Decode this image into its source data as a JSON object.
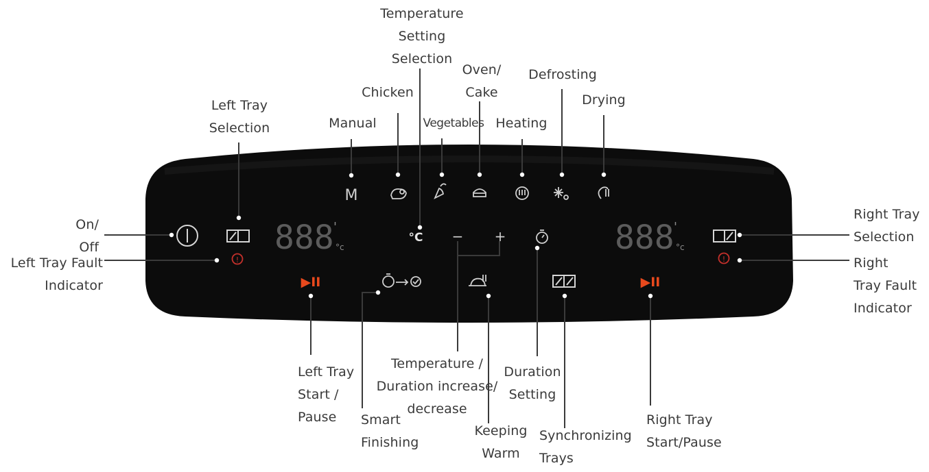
{
  "panel": {
    "digits_left": "888",
    "digits_right": "888",
    "degree_suffix": "'",
    "celsius_small": "°c",
    "celsius_main": "°C",
    "manual_glyph": "M",
    "minus_glyph": "−",
    "plus_glyph": "+",
    "play_pause_glyph": "▶II",
    "fault_glyph": "!",
    "icons": [
      "power-icon",
      "left-tray-icon",
      "right-tray-icon",
      "chicken-icon",
      "vegetables-icon",
      "oven-cake-icon",
      "heating-icon",
      "defrosting-icon",
      "drying-icon",
      "timer-icon",
      "smart-finishing-icon",
      "keep-warm-icon",
      "sync-trays-icon",
      "fault-icon",
      "play-pause-icon"
    ],
    "colors": {
      "panel": "#0c0c0c",
      "icon": "#cfcfcf",
      "accent": "#e8491d",
      "fault": "#c4302b",
      "line": "#3a3a3a"
    }
  },
  "labels": {
    "on_off": [
      "On/",
      "Off"
    ],
    "left_tray_fault": [
      "Left Tray Fault",
      "Indicator"
    ],
    "left_tray_selection": [
      "Left Tray",
      "Selection"
    ],
    "manual": [
      "Manual"
    ],
    "chicken": [
      "Chicken"
    ],
    "temperature_setting": [
      "Temperature",
      "Setting",
      "Selection"
    ],
    "vegetables": [
      "Vegetables"
    ],
    "oven_cake": [
      "Oven/",
      "Cake"
    ],
    "heating": [
      "Heating"
    ],
    "defrosting": [
      "Defrosting"
    ],
    "drying": [
      "Drying"
    ],
    "right_tray_selection": [
      "Right Tray",
      "Selection"
    ],
    "right_tray_fault": [
      "Right",
      "Tray Fault",
      "Indicator"
    ],
    "left_tray_start": [
      "Left Tray",
      "Start /",
      "Pause"
    ],
    "smart_finishing": [
      "Smart",
      "Finishing"
    ],
    "temp_duration": [
      "Temperature /",
      "Duration increase/",
      "decrease"
    ],
    "keeping_warm": [
      "Keeping",
      "Warm"
    ],
    "duration_setting": [
      "Duration",
      "Setting"
    ],
    "sync_trays": [
      "Synchronizing",
      "Trays"
    ],
    "right_tray_start": [
      "Right Tray",
      "Start/Pause"
    ]
  }
}
